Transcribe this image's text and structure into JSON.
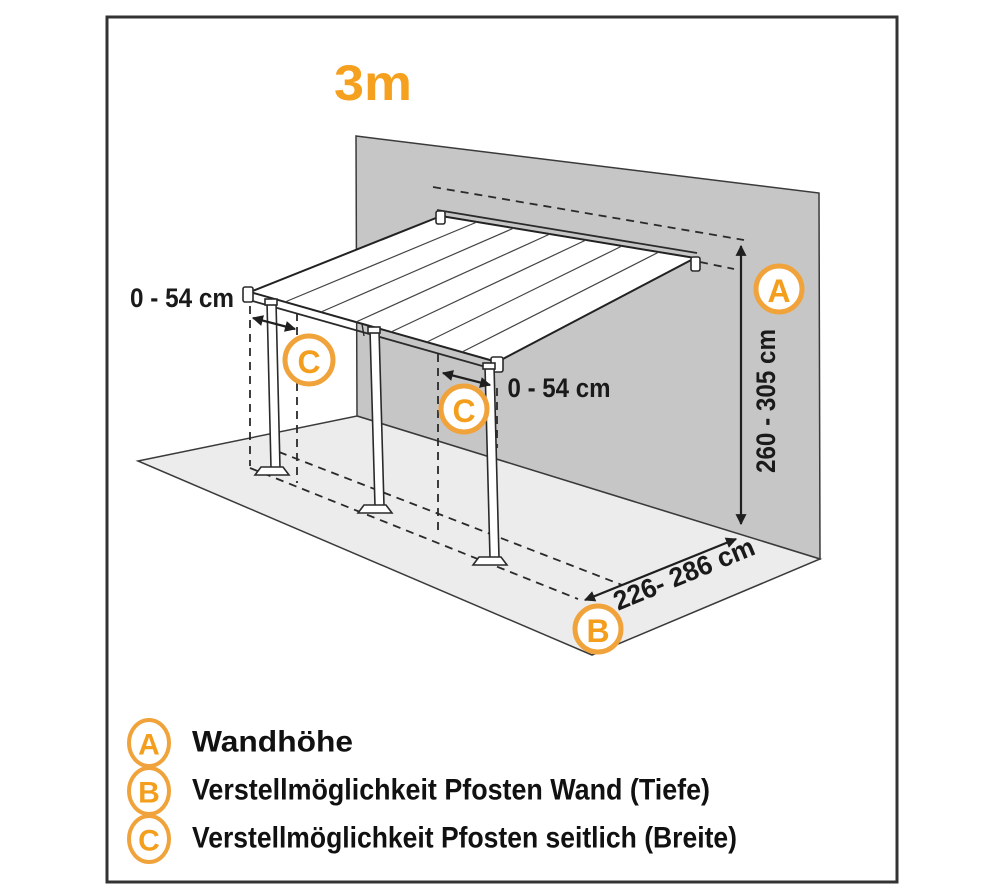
{
  "title": "3m",
  "colors": {
    "accent_text": "#F5A01E",
    "ring_orange": "#F1A33B",
    "wall_gray": "#C6C6C6",
    "floor_gray": "#ECECEC",
    "line_dark": "#2A2A2A"
  },
  "dimensions": {
    "side_offset_left": "0 - 54 cm",
    "side_offset_right": "0 - 54 cm",
    "wall_height": "260 - 305 cm",
    "depth": "226- 286 cm"
  },
  "markers": {
    "wall_height": "A",
    "depth": "B",
    "side": "C"
  },
  "legend": {
    "items": [
      {
        "letter": "A",
        "text": "Wandhöhe"
      },
      {
        "letter": "B",
        "text": "Verstellmöglichkeit Pfosten Wand (Tiefe)"
      },
      {
        "letter": "C",
        "text": "Verstellmöglichkeit Pfosten seitlich (Breite)"
      }
    ]
  }
}
